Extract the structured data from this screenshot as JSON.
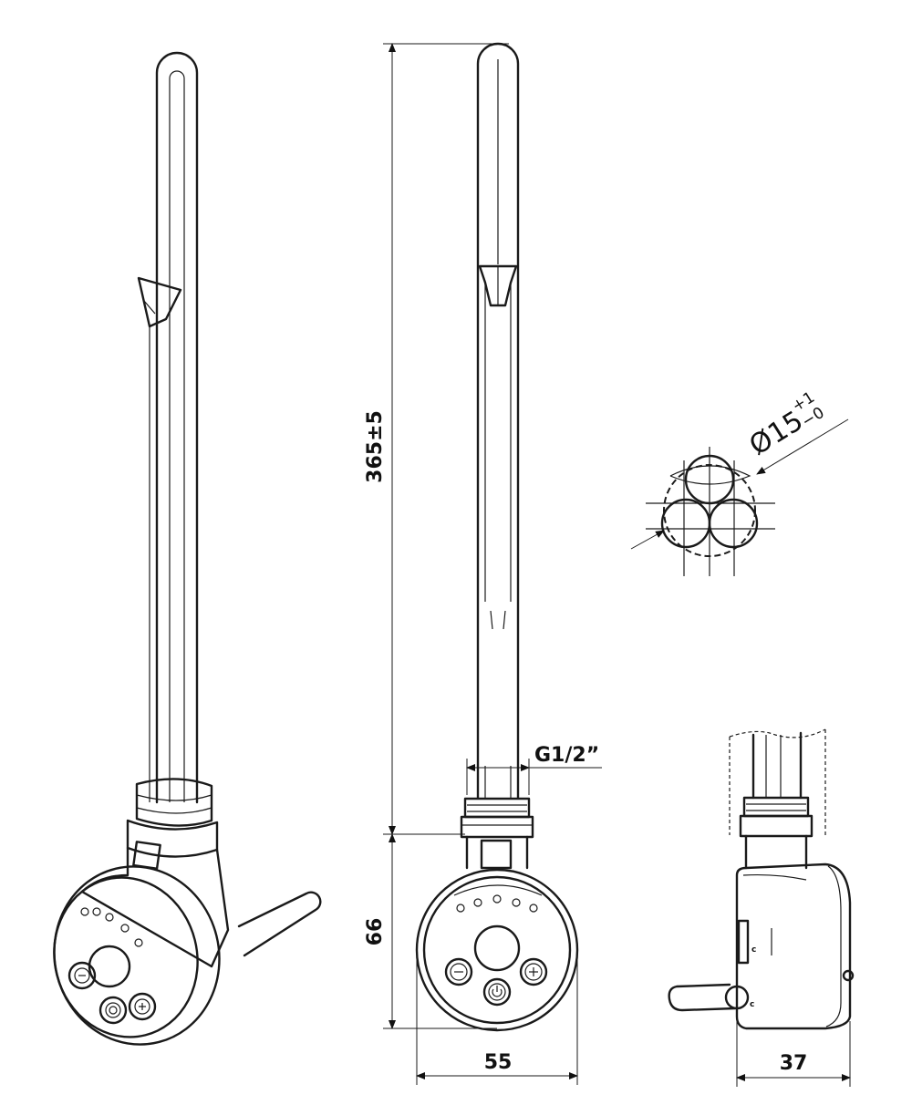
{
  "dimensions": {
    "length": "365±5",
    "head_height": "66",
    "head_width": "55",
    "thread": "G1/2”",
    "side_depth": "37",
    "diameter_symbol": "Ø",
    "diameter_value": "15",
    "tol_plus": "+1",
    "tol_minus": "−0"
  },
  "side_marks": {
    "upper": "c",
    "lower": "c"
  }
}
